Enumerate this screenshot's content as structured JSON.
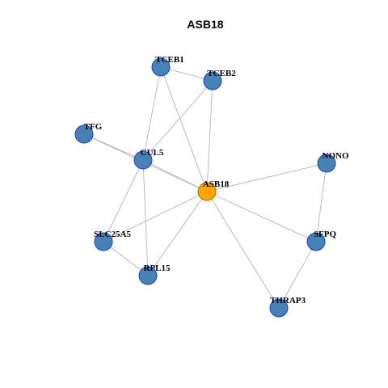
{
  "title": "ASB18",
  "colors": {
    "center_fill": "#FFA500",
    "center_stroke": "#B06A00",
    "node_fill": "#4682B4",
    "node_stroke": "#1E3FCC",
    "edge": "#B3B3B3"
  },
  "nodes": [
    {
      "id": "ASB18",
      "label": "ASB18",
      "center": true
    },
    {
      "id": "TCEB1",
      "label": "TCEB1"
    },
    {
      "id": "TCEB2",
      "label": "TCEB2"
    },
    {
      "id": "TFG",
      "label": "TFG"
    },
    {
      "id": "CUL5",
      "label": "CUL5"
    },
    {
      "id": "NONO",
      "label": "NONO"
    },
    {
      "id": "SLC25A5",
      "label": "SLC25A5"
    },
    {
      "id": "SFPQ",
      "label": "SFPQ"
    },
    {
      "id": "RPL15",
      "label": "RPL15"
    },
    {
      "id": "THRAP3",
      "label": "THRAP3"
    }
  ],
  "edges": [
    [
      "TCEB1",
      "TCEB2"
    ],
    [
      "TCEB1",
      "CUL5"
    ],
    [
      "TCEB1",
      "ASB18"
    ],
    [
      "TCEB2",
      "CUL5"
    ],
    [
      "TCEB2",
      "ASB18"
    ],
    [
      "TFG",
      "CUL5"
    ],
    [
      "TFG",
      "ASB18"
    ],
    [
      "CUL5",
      "ASB18"
    ],
    [
      "CUL5",
      "SLC25A5"
    ],
    [
      "CUL5",
      "RPL15"
    ],
    [
      "NONO",
      "ASB18"
    ],
    [
      "NONO",
      "SFPQ"
    ],
    [
      "ASB18",
      "SLC25A5"
    ],
    [
      "ASB18",
      "RPL15"
    ],
    [
      "ASB18",
      "SFPQ"
    ],
    [
      "ASB18",
      "THRAP3"
    ],
    [
      "SLC25A5",
      "RPL15"
    ],
    [
      "SFPQ",
      "THRAP3"
    ]
  ]
}
